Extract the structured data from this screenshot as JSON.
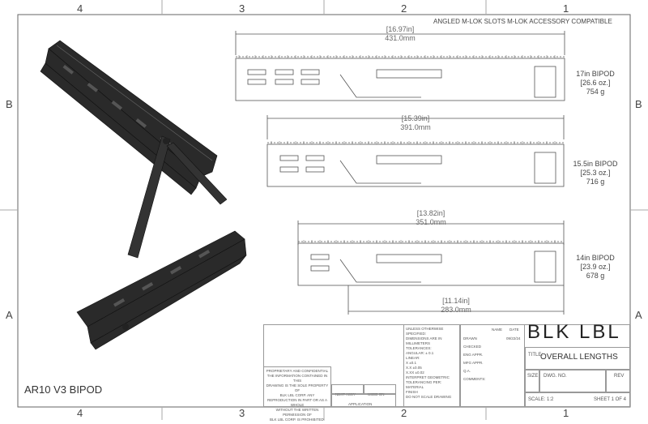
{
  "zones": {
    "top": [
      "4",
      "3",
      "2",
      "1"
    ],
    "bottom": [
      "4",
      "3",
      "2",
      "1"
    ],
    "left": [
      "B",
      "A"
    ],
    "right": [
      "B",
      "A"
    ]
  },
  "header_note": "ANGLED M-LOK SLOTS M-LOK ACCESSORY COMPATIBLE",
  "views": [
    {
      "dim_in": "[16.97in]",
      "dim_mm": "431.0mm",
      "label": [
        "17in BIPOD",
        "[26.6 oz.]",
        "754 g"
      ]
    },
    {
      "dim_in": "[15.39in]",
      "dim_mm": "391.0mm",
      "label": [
        "15.5in BIPOD",
        "[25.3 oz.]",
        "716 g"
      ]
    },
    {
      "dim_in": "[13.82in]",
      "dim_mm": "351.0mm",
      "label": [
        "14in BIPOD",
        "[23.9 oz.]",
        "678 g"
      ]
    }
  ],
  "sub_dim": {
    "dim_in": "[11.14in]",
    "dim_mm": "283.0mm"
  },
  "model_name": "AR10 V3 BIPOD",
  "title_block": {
    "logo": "BLK LBL",
    "title_label": "TITLE:",
    "title": "OVERALL LENGTHS",
    "size_label": "SIZE",
    "dwg_label": "DWG. NO.",
    "rev_label": "REV",
    "scale": "SCALE: 1:2",
    "sheet": "SHEET 1 OF 4",
    "name_col": "NAME",
    "date_col": "DATE",
    "date": "09/22/24",
    "rows": [
      "DRAWN",
      "CHECKED",
      "ENG APPR.",
      "MFG APPR.",
      "Q.A.",
      "COMMENTS:"
    ],
    "specs": [
      "UNLESS OTHERWISE SPECIFIED:",
      "DIMENSIONS ARE IN MILLIMETERS",
      "TOLERANCES:",
      "ANGULAR: ± 0.1",
      "LINEAR:",
      "X ±0.1",
      "X.X ±0.05",
      "X.XX ±0.02",
      "INTERPRET GEOMETRIC",
      "TOLERANCING PER:",
      "MATERIAL",
      "FINISH",
      "DO NOT SCALE DRAWING"
    ],
    "proprietary": [
      "PROPRIETARY AND CONFIDENTIAL",
      "THE INFORMATION CONTAINED IN THIS",
      "DRAWING IS THE SOLE PROPERTY OF",
      "BLK LBL CORP. ANY",
      "REPRODUCTION IN PART OR AS A WHOLE",
      "WITHOUT THE WRITTEN PERMISSION OF",
      "BLK LBL CORP. IS PROHIBITED."
    ],
    "next_assy": "NEXT ASSY",
    "used_on": "USED ON",
    "application": "APPLICATION"
  }
}
